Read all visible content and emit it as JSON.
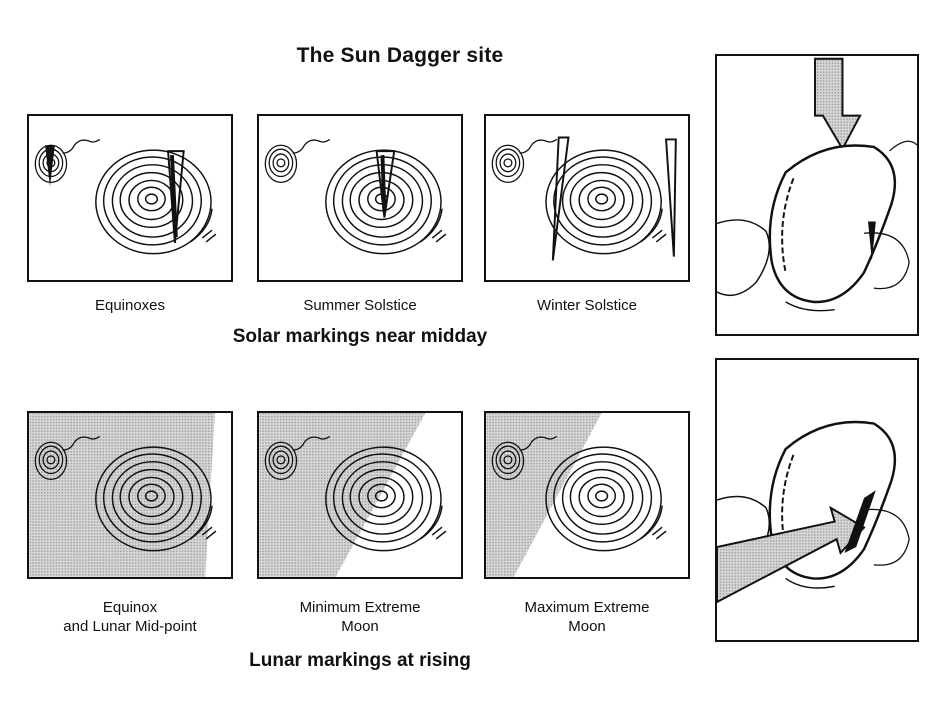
{
  "title": "The Sun Dagger site",
  "solar": {
    "heading": "Solar markings near midday",
    "panels": [
      {
        "caption": "Equinoxes"
      },
      {
        "caption": "Summer Solstice"
      },
      {
        "caption": "Winter Solstice"
      }
    ]
  },
  "lunar": {
    "heading": "Lunar markings at rising",
    "panels": [
      {
        "caption_line1": "Equinox",
        "caption_line2": "and Lunar Mid-point"
      },
      {
        "caption_line1": "Minimum Extreme",
        "caption_line2": "Moon"
      },
      {
        "caption_line1": "Maximum Extreme",
        "caption_line2": "Moon"
      }
    ]
  },
  "colors": {
    "ink": "#111111",
    "shade": "#bdbdbd"
  }
}
